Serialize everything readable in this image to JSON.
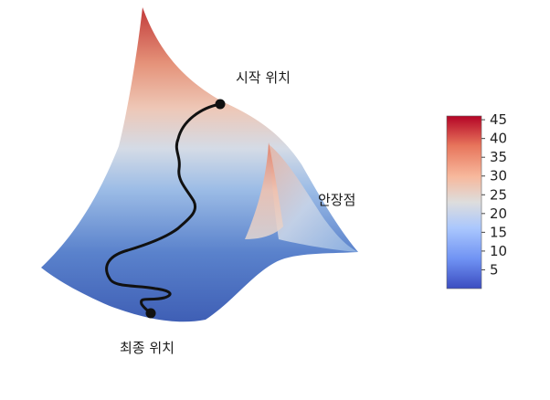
{
  "chart_data": {
    "type": "surface",
    "title": "",
    "annotations": {
      "start": "시작 위치",
      "saddle": "안장점",
      "end": "최종 위치"
    },
    "colorbar": {
      "range": [
        0,
        46
      ],
      "ticks": [
        5,
        10,
        15,
        20,
        25,
        30,
        35,
        40,
        45
      ],
      "colormap": [
        "#3b4cc0",
        "#6f92f3",
        "#aac7fd",
        "#dddddd",
        "#f7b89c",
        "#e7745b",
        "#b40426"
      ]
    },
    "path": {
      "markers": [
        "start",
        "end"
      ],
      "color": "#111111"
    }
  }
}
